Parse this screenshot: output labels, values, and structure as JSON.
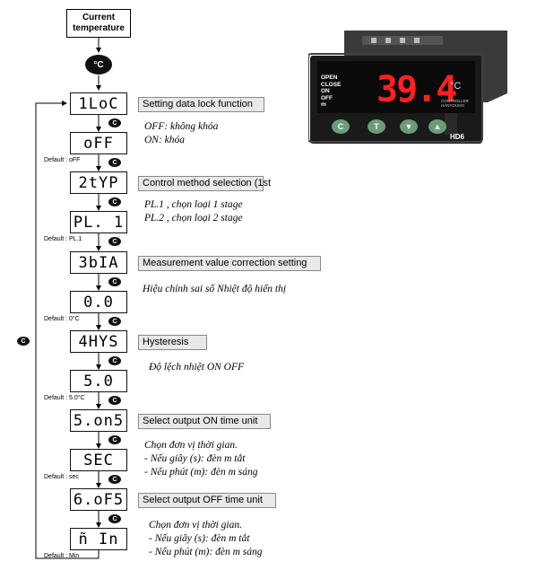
{
  "start_box": "Current\ntemperature",
  "big_button": "°C",
  "return_button": "C",
  "step_button": "C",
  "steps": [
    {
      "display": "1LoC",
      "label": "Setting data lock function",
      "desc": "OFF: không khóa\nON: khóa"
    },
    {
      "display": "oFF",
      "default": "Default : oFF"
    },
    {
      "display": "2tYP",
      "label": "Control method selection   (1st",
      "desc": "PL.1 , chọn loại 1 stage\nPL.2 , chọn loại 2 stage"
    },
    {
      "display": "PL. 1",
      "default": "Default : PL.1"
    },
    {
      "display": "3bIA",
      "label": "Measurement value correction setting",
      "desc": "Hiệu chỉnh sai số Nhiệt độ hiển thị"
    },
    {
      "display": "0.0",
      "default": "Default : 0°C"
    },
    {
      "display": "4HYS",
      "label": "Hysteresis",
      "desc": "Độ lệch nhiệt ON OFF"
    },
    {
      "display": "5.0",
      "default": "Default : 5.0°C"
    },
    {
      "display": "5.on5",
      "label": "Select output ON time unit",
      "desc": "Chọn đơn vị thời gian.\n- Nếu giây (s): đèn m tắt\n- Nếu phút (m): đèn m sáng"
    },
    {
      "display": "SEC",
      "default": "Default : sec"
    },
    {
      "display": "6.oF5",
      "label": "Select output OFF time unit",
      "desc": "Chọn đơn vị thời gian.\n- Nếu giây (s): đèn m tắt\n- Nếu phút (m): đèn m sáng"
    },
    {
      "display": "ñ In",
      "default": "Default : Min"
    }
  ],
  "device": {
    "indicators": [
      "OPEN",
      "CLOSE",
      "ON",
      "OFF",
      "m"
    ],
    "reading": "39.4",
    "unit": "°C",
    "brand_line1": "CONTROLLER",
    "brand_line2": "HANYOUNG",
    "model": "HD6",
    "buttons": [
      "C",
      "T",
      "▼",
      "▲"
    ],
    "accent_red": "#ff2020",
    "button_green": "#6b9c78"
  }
}
